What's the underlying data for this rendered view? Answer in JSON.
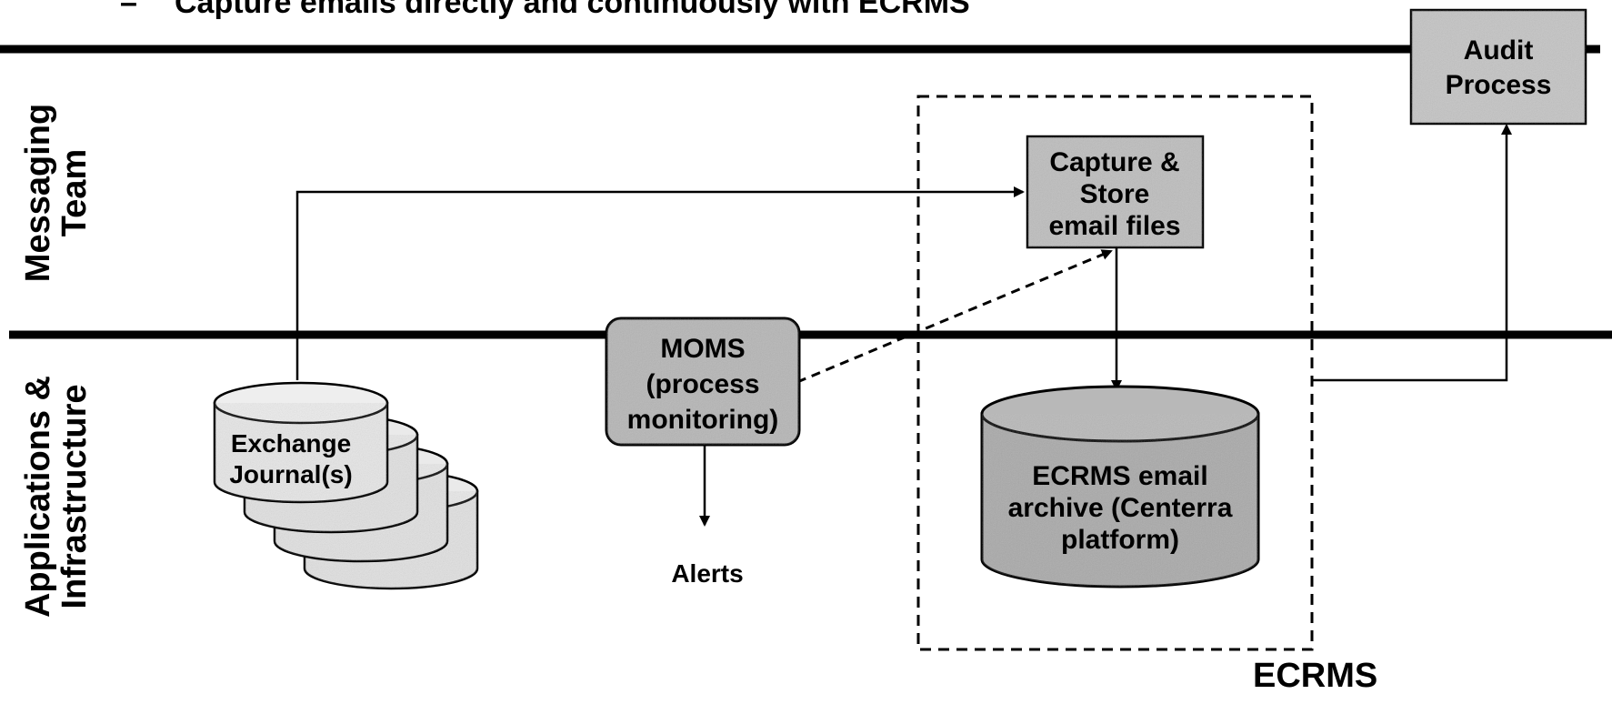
{
  "heading": {
    "bullet": "–",
    "text": "Capture emails directly and continuously with ECRMS"
  },
  "lanes": [
    {
      "line1": "Messaging",
      "line2": "Team"
    },
    {
      "line1": "Applications &",
      "line2": "Infrastructure"
    }
  ],
  "nodes": {
    "audit": {
      "line1": "Audit",
      "line2": "Process"
    },
    "capture": {
      "line1": "Capture &",
      "line2": "Store",
      "line3": "email files"
    },
    "moms": {
      "line1": "MOMS",
      "line2": "(process",
      "line3": "monitoring)"
    },
    "exchange": {
      "line1": "Exchange",
      "line2": "Journal(s)"
    },
    "archive": {
      "line1": "ECRMS email",
      "line2": "archive (Centerra",
      "line3": "platform)"
    },
    "alerts": {
      "label": "Alerts"
    }
  },
  "group": {
    "label": "ECRMS"
  },
  "colors": {
    "ink": "#000000",
    "box_fill": "#bdbdbd",
    "archive_fill": "#a8a8a8",
    "background": "#ffffff"
  }
}
